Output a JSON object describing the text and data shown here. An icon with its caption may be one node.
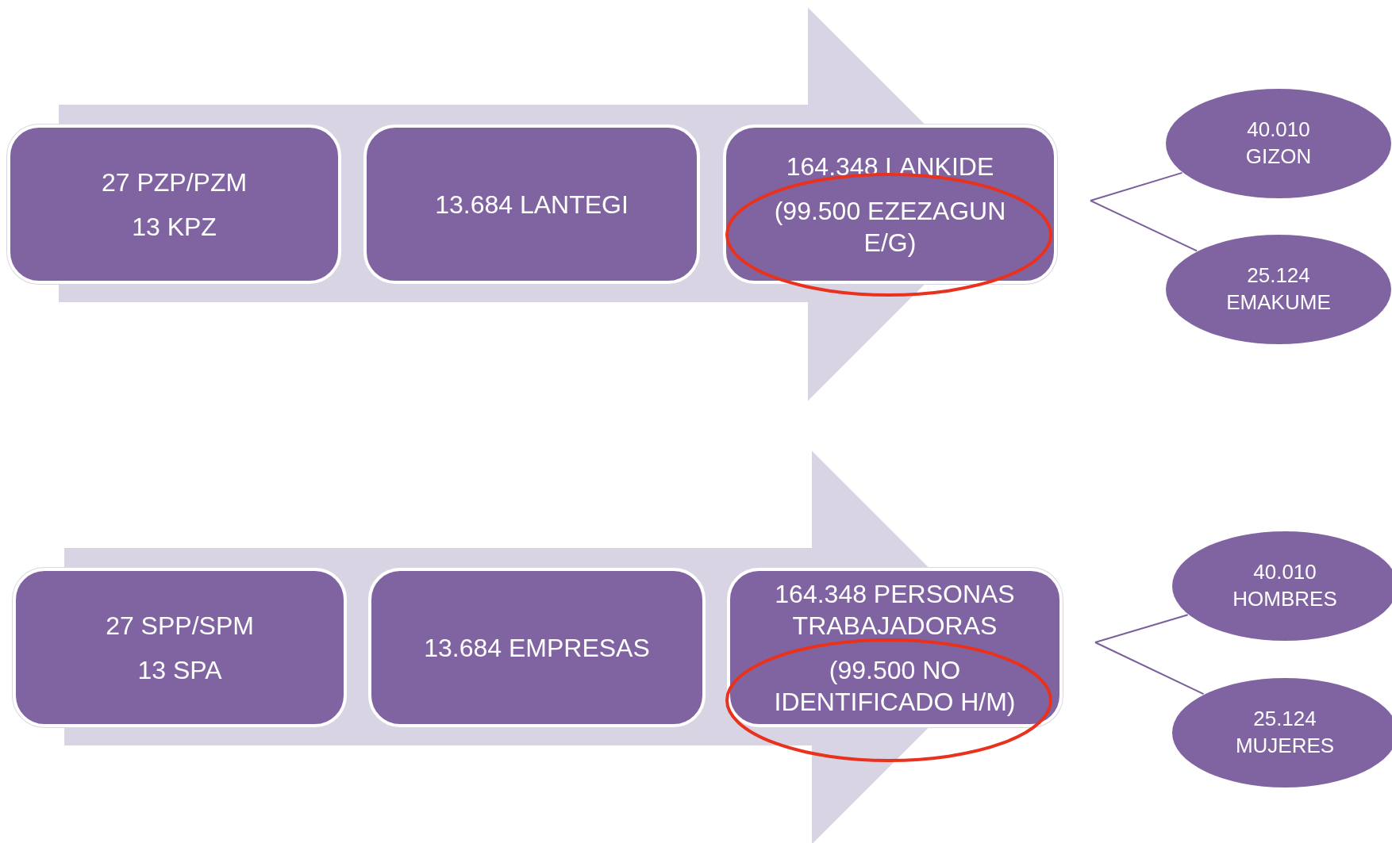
{
  "diagram": {
    "nodes": [
      {
        "text": [
          "27 PZP/PZM",
          "13 KPZ"
        ]
      },
      {
        "text": [
          "13.684 LANTEGI"
        ]
      },
      {
        "text": [
          "164.348 LANKIDE",
          "(99.500 EZEZAGUN E/G)"
        ]
      },
      {
        "text": [
          "40.010 GIZON"
        ]
      },
      {
        "text": [
          "25.124 EMAKUME"
        ]
      },
      {
        "text": [
          "27 SPP/SPM",
          "13 SPA"
        ]
      },
      {
        "text": [
          "13.684 EMPRESAS"
        ]
      },
      {
        "text": [
          "164.348 PERSONAS TRABAJADORAS",
          "(99.500 NO IDENTIFICADO H/M)"
        ]
      },
      {
        "text": [
          "40.010 HOMBRES"
        ]
      },
      {
        "text": [
          "25.124 MUJERES"
        ]
      }
    ],
    "edges": [
      {
        "from": 0,
        "to": 2,
        "arrow": "to",
        "style": "thick"
      },
      {
        "from": 5,
        "to": 7,
        "arrow": "to",
        "style": "thick"
      },
      {
        "from": null,
        "to": 3,
        "arrow": "none"
      },
      {
        "from": null,
        "to": 4,
        "arrow": "none"
      },
      {
        "from": null,
        "to": 8,
        "arrow": "none"
      },
      {
        "from": null,
        "to": 9,
        "arrow": "none"
      }
    ]
  }
}
